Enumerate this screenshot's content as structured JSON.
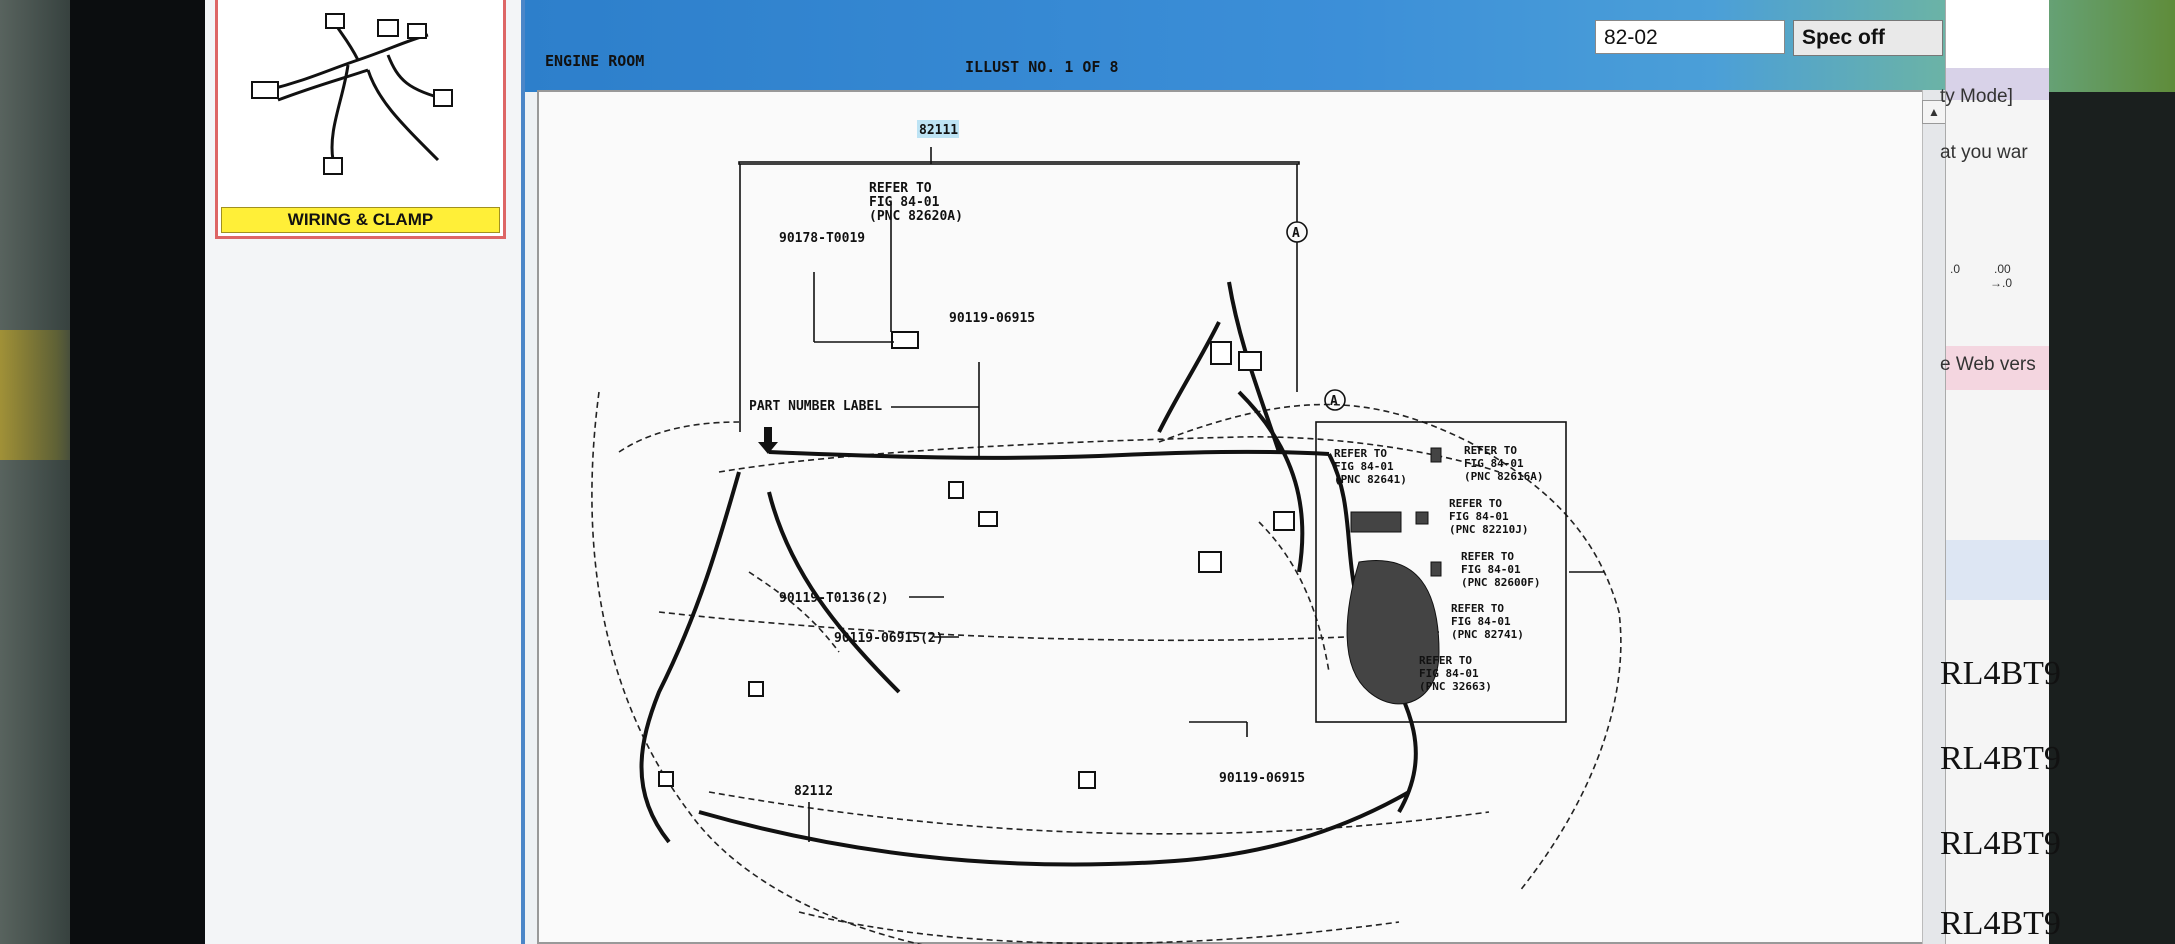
{
  "thumbnail": {
    "caption": "WIRING & CLAMP"
  },
  "header": {
    "section": "ENGINE ROOM",
    "illust_no": "ILLUST NO. 1 OF 8"
  },
  "toolbar": {
    "fig_input_value": "82-02",
    "spec_button": "Spec off"
  },
  "diagram": {
    "main_part": "82111",
    "refer_top_line1": "REFER TO",
    "refer_top_line2": "FIG 84-01",
    "refer_top_line3": "(PNC 82620A)",
    "part_90178": "90178-T0019",
    "part_90119_06915_top": "90119-06915",
    "part_number_label": "PART NUMBER LABEL",
    "part_90119_t0136": "90119-T0136(2)",
    "part_90119_06915_2": "90119-06915(2)",
    "part_82112": "82112",
    "part_90119_06915_bottom": "90119-06915",
    "mark_a": "A",
    "inset": {
      "mark": "A",
      "refs": [
        {
          "l1": "REFER TO",
          "l2": "FIG 84-01",
          "l3": "(PNC 82641)"
        },
        {
          "l1": "REFER TO",
          "l2": "FIG 84-01",
          "l3": "(PNC 82616A)"
        },
        {
          "l1": "REFER TO",
          "l2": "FIG 84-01",
          "l3": "(PNC 82210J)"
        },
        {
          "l1": "REFER TO",
          "l2": "FIG 84-01",
          "l3": "(PNC 82600F)"
        },
        {
          "l1": "REFER TO",
          "l2": "FIG 84-01",
          "l3": "(PNC 82741)"
        },
        {
          "l1": "REFER TO",
          "l2": "FIG 84-01",
          "l3": "(PNC 32663)"
        }
      ]
    }
  },
  "right_strip": {
    "mode_text": "ty Mode]",
    "want_text": "at you war",
    "num1": ".0",
    "num2": ".00",
    "num3": "→.0",
    "web_text": "e Web vers",
    "rows": [
      "RL4BT9",
      "RL4BT9",
      "RL4BT9",
      "RL4BT9"
    ]
  }
}
